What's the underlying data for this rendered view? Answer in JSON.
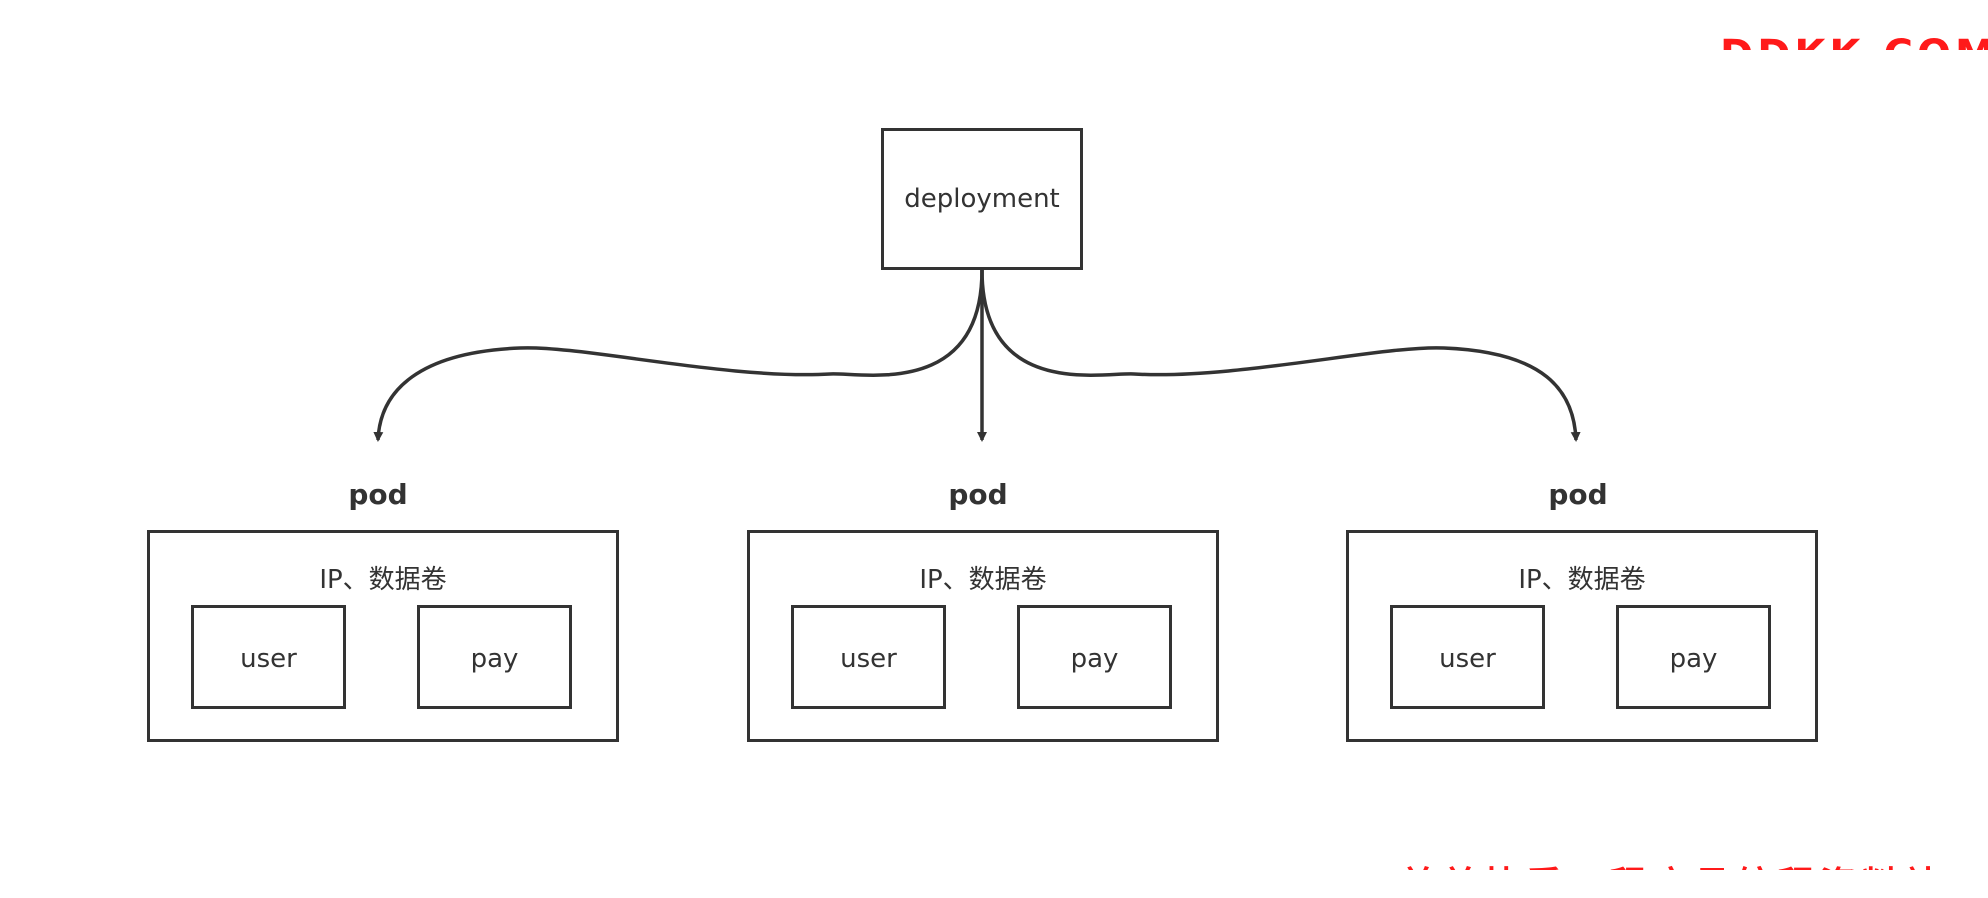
{
  "diagram": {
    "root": {
      "label": "deployment"
    },
    "pods": [
      {
        "title": "pod",
        "resources": "IP、数据卷",
        "containers": [
          "user",
          "pay"
        ]
      },
      {
        "title": "pod",
        "resources": "IP、数据卷",
        "containers": [
          "user",
          "pay"
        ]
      },
      {
        "title": "pod",
        "resources": "IP、数据卷",
        "containers": [
          "user",
          "pay"
        ]
      }
    ],
    "colors": {
      "stroke": "#333333",
      "watermark": "#ff1a1a"
    }
  },
  "watermarks": {
    "top": "DDKK.COM",
    "bottom": "弟弟快看，程序员编程资料站"
  }
}
